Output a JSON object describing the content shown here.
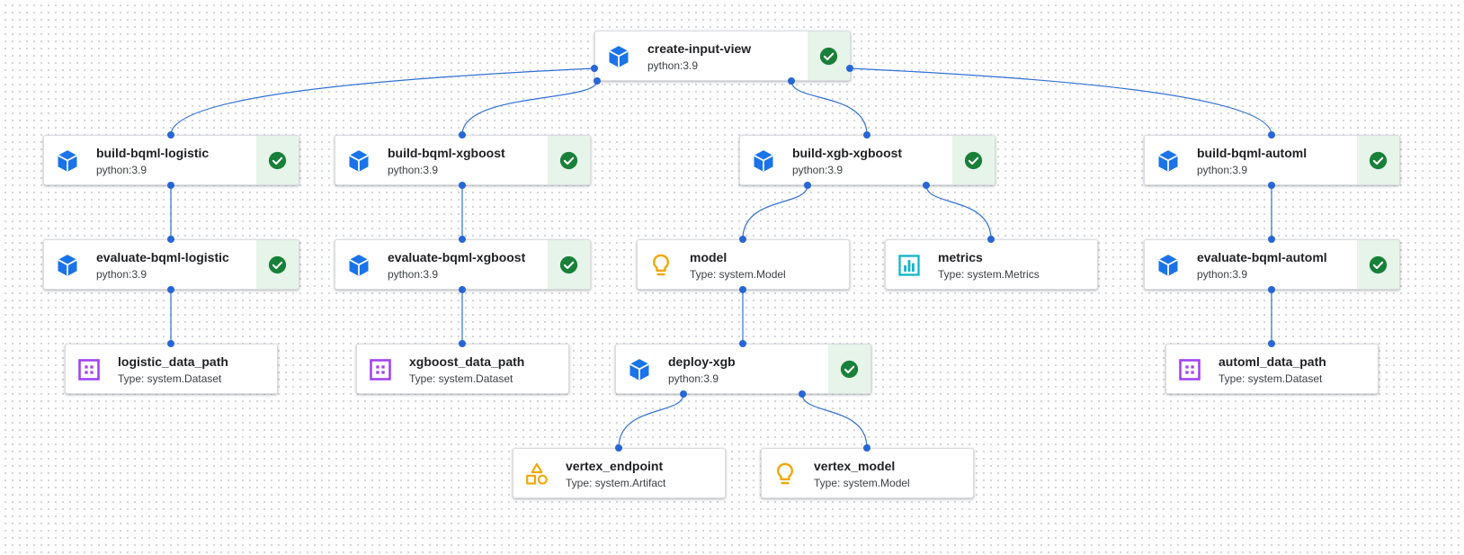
{
  "colors": {
    "edge": "#2f6fd6",
    "port": "#2766d6",
    "component_icon": "#1a73e8",
    "model_icon": "#f2a600",
    "artifact_icon": "#f2a600",
    "dataset_icon": "#a142f4",
    "metrics_icon": "#12b5cb",
    "status_bg": "#e6f4ea",
    "status_check": "#188038"
  },
  "nodes": [
    {
      "id": "create-input-view",
      "label": "create-input-view",
      "subtitle": "python:3.9",
      "icon": "cube-icon",
      "status": "check-circle-icon"
    },
    {
      "id": "build-bqml-logistic",
      "label": "build-bqml-logistic",
      "subtitle": "python:3.9",
      "icon": "cube-icon",
      "status": "check-circle-icon"
    },
    {
      "id": "build-bqml-xgboost",
      "label": "build-bqml-xgboost",
      "subtitle": "python:3.9",
      "icon": "cube-icon",
      "status": "check-circle-icon"
    },
    {
      "id": "build-xgb-xgboost",
      "label": "build-xgb-xgboost",
      "subtitle": "python:3.9",
      "icon": "cube-icon",
      "status": "check-circle-icon"
    },
    {
      "id": "build-bqml-automl",
      "label": "build-bqml-automl",
      "subtitle": "python:3.9",
      "icon": "cube-icon",
      "status": "check-circle-icon"
    },
    {
      "id": "evaluate-bqml-logistic",
      "label": "evaluate-bqml-logistic",
      "subtitle": "python:3.9",
      "icon": "cube-icon",
      "status": "check-circle-icon"
    },
    {
      "id": "evaluate-bqml-xgboost",
      "label": "evaluate-bqml-xgboost",
      "subtitle": "python:3.9",
      "icon": "cube-icon",
      "status": "check-circle-icon"
    },
    {
      "id": "model",
      "label": "model",
      "subtitle": "Type: system.Model",
      "icon": "lightbulb-icon"
    },
    {
      "id": "metrics",
      "label": "metrics",
      "subtitle": "Type: system.Metrics",
      "icon": "bar-chart-icon"
    },
    {
      "id": "evaluate-bqml-automl",
      "label": "evaluate-bqml-automl",
      "subtitle": "python:3.9",
      "icon": "cube-icon",
      "status": "check-circle-icon"
    },
    {
      "id": "logistic_data_path",
      "label": "logistic_data_path",
      "subtitle": "Type: system.Dataset",
      "icon": "dataset-grid-icon"
    },
    {
      "id": "xgboost_data_path",
      "label": "xgboost_data_path",
      "subtitle": "Type: system.Dataset",
      "icon": "dataset-grid-icon"
    },
    {
      "id": "deploy-xgb",
      "label": "deploy-xgb",
      "subtitle": "python:3.9",
      "icon": "cube-icon",
      "status": "check-circle-icon"
    },
    {
      "id": "automl_data_path",
      "label": "automl_data_path",
      "subtitle": "Type: system.Dataset",
      "icon": "dataset-grid-icon"
    },
    {
      "id": "vertex_endpoint",
      "label": "vertex_endpoint",
      "subtitle": "Type: system.Artifact",
      "icon": "artifact-shapes-icon"
    },
    {
      "id": "vertex_model",
      "label": "vertex_model",
      "subtitle": "Type: system.Model",
      "icon": "lightbulb-icon"
    }
  ],
  "edges": [
    {
      "from": "create-input-view",
      "to": "build-bqml-logistic"
    },
    {
      "from": "create-input-view",
      "to": "build-bqml-xgboost"
    },
    {
      "from": "create-input-view",
      "to": "build-xgb-xgboost"
    },
    {
      "from": "create-input-view",
      "to": "build-bqml-automl"
    },
    {
      "from": "build-bqml-logistic",
      "to": "evaluate-bqml-logistic"
    },
    {
      "from": "build-bqml-xgboost",
      "to": "evaluate-bqml-xgboost"
    },
    {
      "from": "build-xgb-xgboost",
      "to": "model"
    },
    {
      "from": "build-xgb-xgboost",
      "to": "metrics"
    },
    {
      "from": "build-bqml-automl",
      "to": "evaluate-bqml-automl"
    },
    {
      "from": "evaluate-bqml-logistic",
      "to": "logistic_data_path"
    },
    {
      "from": "evaluate-bqml-xgboost",
      "to": "xgboost_data_path"
    },
    {
      "from": "model",
      "to": "deploy-xgb"
    },
    {
      "from": "evaluate-bqml-automl",
      "to": "automl_data_path"
    },
    {
      "from": "deploy-xgb",
      "to": "vertex_endpoint"
    },
    {
      "from": "deploy-xgb",
      "to": "vertex_model"
    }
  ]
}
